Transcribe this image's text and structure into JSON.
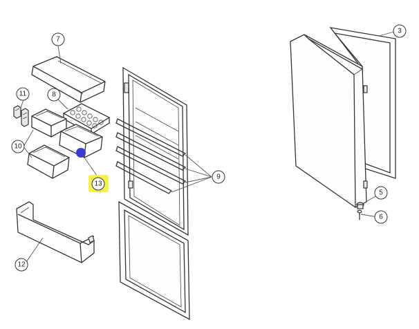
{
  "callouts": {
    "c3": "3",
    "c5": "5",
    "c6": "6",
    "c7": "7",
    "c8": "8",
    "c9": "9",
    "c10": "10",
    "c11": "11",
    "c12": "12",
    "c13": "13"
  },
  "colors": {
    "highlight": "#f2f24a",
    "marker": "#3a3ad6",
    "line": "#333333"
  }
}
